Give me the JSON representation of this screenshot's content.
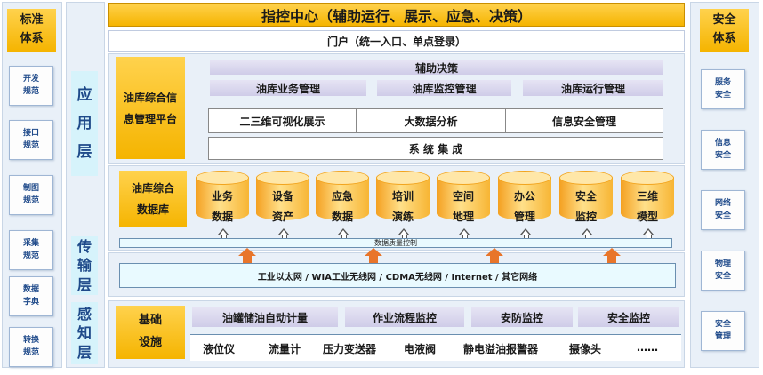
{
  "header": {
    "command_center": "指控中心（辅助运行、展示、应急、决策）",
    "portal": "门户（统一入口、单点登录）"
  },
  "left_column": {
    "title": "标准\n体系",
    "items": [
      "开发\n规范",
      "接口\n规范",
      "制图\n规范",
      "采集\n规范",
      "数据\n字典",
      "转换\n规范"
    ]
  },
  "right_column": {
    "title": "安全\n体系",
    "items": [
      "服务\n安全",
      "信息\n安全",
      "网络\n安全",
      "物理\n安全",
      "安全\n管理"
    ]
  },
  "layers": {
    "application": "应\n用\n层",
    "transport": "传\n输\n层",
    "perception": "感\n知\n层"
  },
  "application": {
    "platform": "油库综合信\n息管理平台",
    "decision": "辅助决策",
    "modules": [
      "油库业务管理",
      "油库监控管理",
      "油库运行管理"
    ],
    "services": [
      "二三维可视化展示",
      "大数据分析",
      "信息安全管理"
    ],
    "integration": "系 统 集 成"
  },
  "database": {
    "title": "油库综合\n数据库",
    "cylinders": [
      "业务\n数据",
      "设备\n资产",
      "应急\n数据",
      "培训\n演练",
      "空间\n地理",
      "办公\n管理",
      "安全\n监控",
      "三维\n模型"
    ],
    "quality_bar": "数据质量控制"
  },
  "transport": {
    "networks": "工业以太网 / WIA工业无线网 / CDMA无线网 / Internet / 其它网络"
  },
  "perception": {
    "title": "基础\n设施",
    "systems": [
      "油罐储油自动计量",
      "作业流程监控",
      "安防监控",
      "安全监控"
    ],
    "sensors": [
      "液位仪",
      "流量计",
      "压力变送器",
      "电液阀",
      "静电溢油报警器",
      "摄像头",
      "……"
    ]
  },
  "colors": {
    "orange": "#f5b400",
    "arrow_orange": "#e8752a",
    "layer_label_bg": "#d6f3fb",
    "lavender": "#cfcce8"
  }
}
